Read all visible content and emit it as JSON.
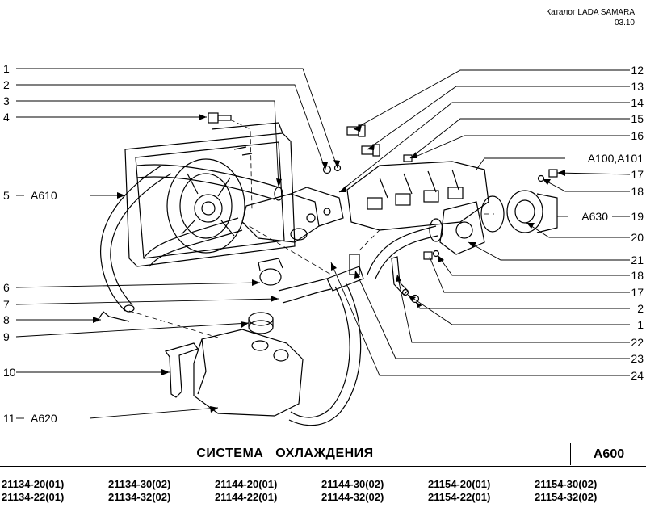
{
  "header": {
    "catalog": "Каталог  LADA SAMARA",
    "date": "03.10"
  },
  "labels_left": [
    "1",
    "2",
    "3",
    "4",
    "5",
    "A610",
    "6",
    "7",
    "8",
    "9",
    "10",
    "11",
    "A620"
  ],
  "labels_right": [
    "12",
    "13",
    "14",
    "15",
    "16",
    "A100,A101",
    "17",
    "18",
    "A630",
    "19",
    "20",
    "21",
    "18",
    "17",
    "2",
    "1",
    "22",
    "23",
    "24"
  ],
  "footer": {
    "title": "СИСТЕМА   ОХЛАЖДЕНИЯ",
    "section": "A600",
    "models": [
      [
        "21134-20(01)",
        "21134-22(01)"
      ],
      [
        "21134-30(02)",
        "21134-32(02)"
      ],
      [
        "21144-20(01)",
        "21144-22(01)"
      ],
      [
        "21144-30(02)",
        "21144-32(02)"
      ],
      [
        "21154-20(01)",
        "21154-22(01)"
      ],
      [
        "21154-30(02)",
        "21154-32(02)"
      ]
    ]
  },
  "colors": {
    "ink": "#000000",
    "background": "#ffffff"
  }
}
